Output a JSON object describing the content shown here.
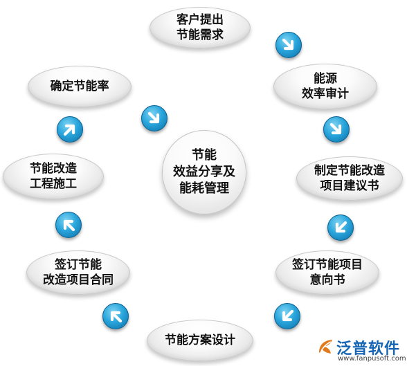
{
  "diagram": {
    "center": {
      "lines": [
        "节能",
        "效益分享及",
        "能耗管理"
      ]
    },
    "steps": [
      {
        "lines": [
          "客户提出",
          "节能需求"
        ]
      },
      {
        "lines": [
          "能源",
          "效率审计"
        ]
      },
      {
        "lines": [
          "制定节能改造",
          "项目建议书"
        ]
      },
      {
        "lines": [
          "签订节能项目",
          "意向书"
        ]
      },
      {
        "lines": [
          "节能方案设计"
        ]
      },
      {
        "lines": [
          "签订节能",
          "改造项目合同"
        ]
      },
      {
        "lines": [
          "节能改造",
          "工程施工"
        ]
      },
      {
        "lines": [
          "确定节能率"
        ]
      }
    ],
    "arrow_icons": [
      "arrow-down-right-icon",
      "arrow-down-right-icon",
      "arrow-down-left-icon",
      "arrow-down-left-icon",
      "arrow-up-left-icon",
      "arrow-up-left-icon",
      "arrow-up-right-icon",
      "arrow-down-right-icon"
    ]
  },
  "logo": {
    "name": "泛普软件",
    "url": "www.fanpusoft.com"
  },
  "colors": {
    "arrow_blue": "#2aa6dc",
    "arrow_dark": "#0a6fa8",
    "logo_blue": "#1565b5"
  }
}
